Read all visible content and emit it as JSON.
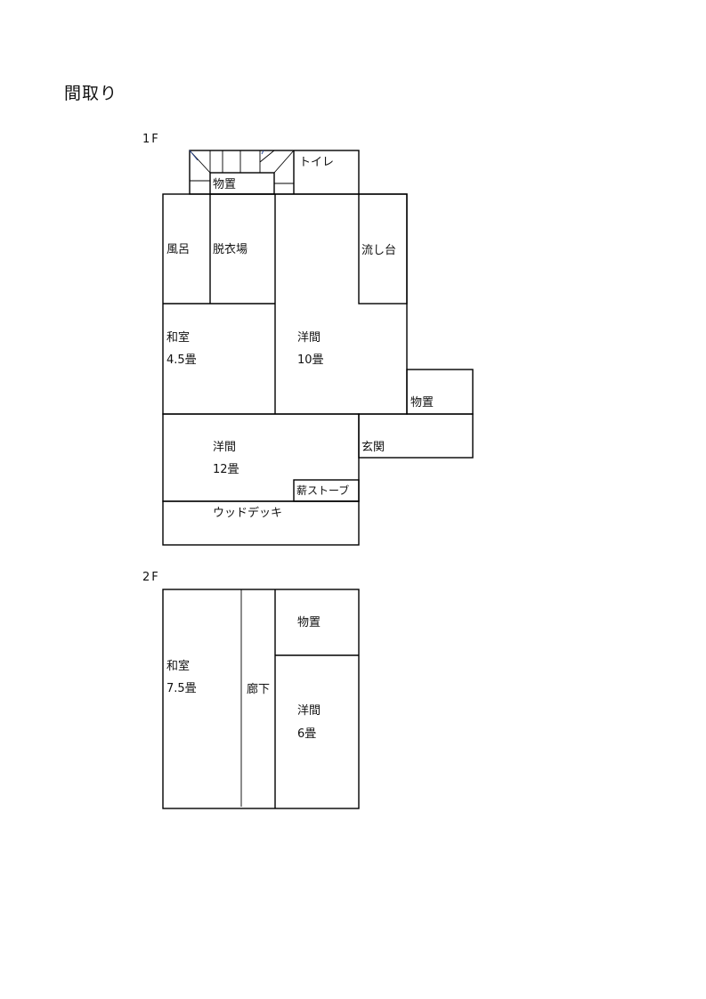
{
  "title": "間取り",
  "floors": {
    "first": {
      "label": "1F",
      "rooms": {
        "toilet": "トイレ",
        "storage_stairs": "物置",
        "bath": "風呂",
        "dressing": "脱衣場",
        "sink": "流し台",
        "washitsu": {
          "name": "和室",
          "size": "4.5畳"
        },
        "western_10": {
          "name": "洋間",
          "size": "10畳"
        },
        "storage_side": "物置",
        "western_12": {
          "name": "洋間",
          "size": "12畳"
        },
        "entrance": "玄関",
        "wood_stove": "薪ストーブ",
        "wood_deck": "ウッドデッキ"
      }
    },
    "second": {
      "label": "2F",
      "rooms": {
        "washitsu": {
          "name": "和室",
          "size": "7.5畳"
        },
        "hallway": "廊下",
        "storage": "物置",
        "western_6": {
          "name": "洋間",
          "size": "6畳"
        }
      }
    }
  }
}
